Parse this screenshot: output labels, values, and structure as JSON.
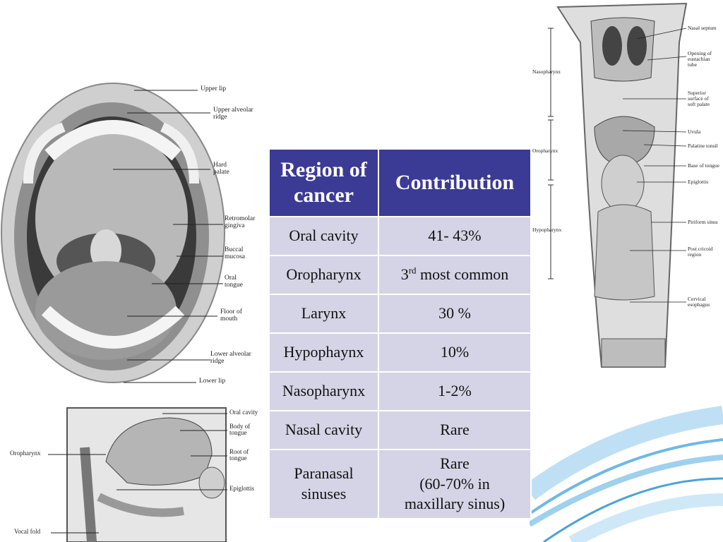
{
  "table": {
    "header": {
      "col1": "Region of cancer",
      "col2": "Contribution"
    },
    "rows": [
      {
        "region": "Oral cavity",
        "contribution": "41- 43%"
      },
      {
        "region": "Oropharynx",
        "contribution_ord": "3",
        "contribution_sup": "rd",
        "contribution_rest": " most common"
      },
      {
        "region": "Larynx",
        "contribution": "30 %"
      },
      {
        "region": "Hypophaynx",
        "contribution": "10%"
      },
      {
        "region": "Nasopharynx",
        "contribution": "1-2%"
      },
      {
        "region": "Nasal cavity",
        "contribution": "Rare"
      },
      {
        "region": "Paranasal\nsinuses",
        "contribution": "Rare\n(60-70% in\nmaxillary sinus)"
      }
    ]
  },
  "mouth_labels": {
    "upper_lip": "Upper lip",
    "upper_alveolar_ridge": "Upper alveolar\nridge",
    "hard_palate": "Hard\npalate",
    "retromolar_gingiva": "Retromolar\ngingiva",
    "buccal_mucosa": "Buccal\nmucosa",
    "oral_tongue": "Oral\ntongue",
    "floor_of_mouth": "Floor of\nmouth",
    "lower_alveolar_ridge": "Lower alveolar\nridge",
    "lower_lip": "Lower lip"
  },
  "pharynx_labels": {
    "nasal_septum": "Nasal septum",
    "opening_eustachian": "Opening of\neustachian\ntube",
    "superior_soft_palate": "Superior\nsurface of\nsoft palate",
    "uvula": "Uvula",
    "palatine_tonsil": "Palatine tonsil",
    "base_of_tongue": "Base of tongue",
    "epiglottis": "Epiglottis",
    "piriform_sinus": "Piriform sinus",
    "post_cricoid": "Post cricoid\nregion",
    "cervical_esophagus": "Cervical\nesophagus",
    "nasopharynx": "Nasopharynx",
    "oropharynx": "Oropharynx",
    "hypopharynx": "Hypopharynx"
  },
  "sagittal_labels": {
    "oral_cavity": "Oral cavity",
    "body_of_tongue": "Body of\ntongue",
    "root_of_tongue": "Root of\ntongue",
    "epiglottis": "Epiglottis",
    "oropharynx": "Oropharynx",
    "vocal_fold": "Vocal fold"
  },
  "colors": {
    "table_header": "#3b3a94",
    "table_cell": "#d5d4e6",
    "swoosh": "#4aa3d8"
  }
}
